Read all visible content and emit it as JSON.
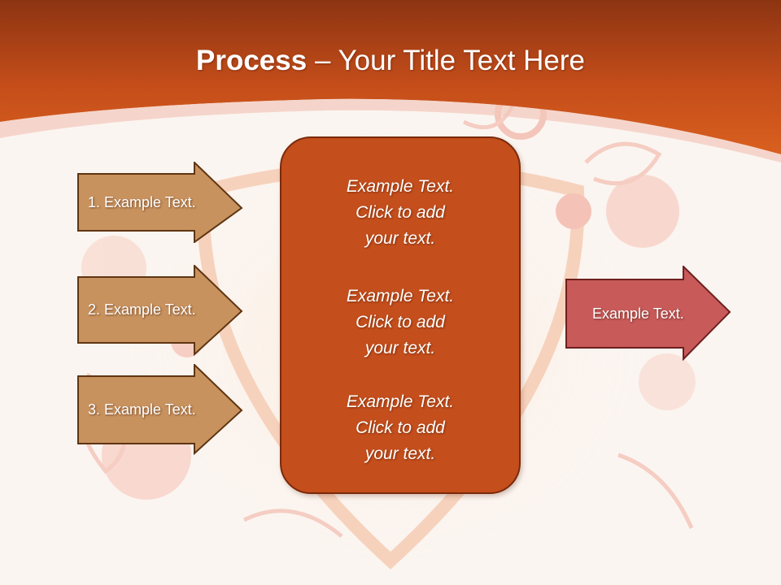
{
  "title": {
    "bold": "Process",
    "dash": " – ",
    "rest": "Your Title Text Here"
  },
  "left_arrows": [
    {
      "label": "1. Example Text."
    },
    {
      "label": "2. Example Text."
    },
    {
      "label": "3. Example Text."
    }
  ],
  "center_box": {
    "paragraphs": [
      {
        "lines": [
          "Example Text.",
          "Click  to add",
          "your text."
        ]
      },
      {
        "lines": [
          "Example Text.",
          "Click  to add",
          "your text."
        ]
      },
      {
        "lines": [
          "Example Text.",
          "Click  to add",
          "your text."
        ]
      }
    ]
  },
  "right_arrow": {
    "label": "Example Text."
  },
  "colors": {
    "header": "#c9501c",
    "left_arrow_fill": "#c8925e",
    "center_fill": "#c44e1c",
    "right_arrow_fill": "#c85a5a"
  }
}
